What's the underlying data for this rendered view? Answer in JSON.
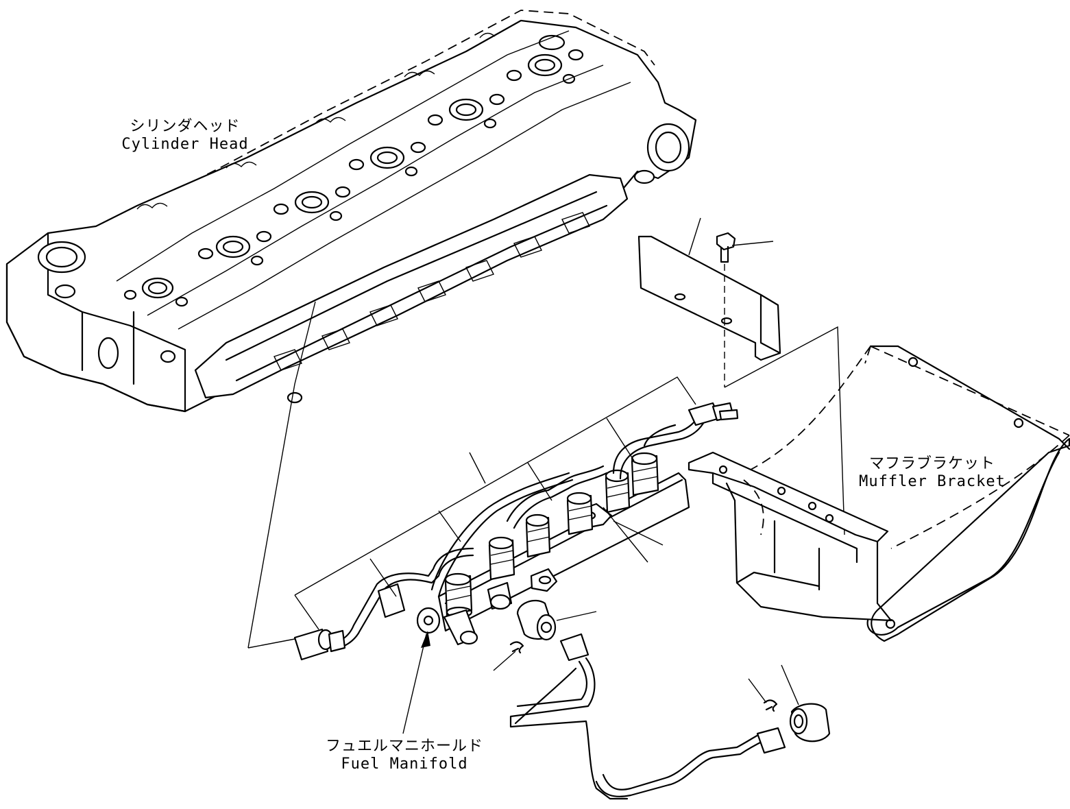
{
  "labels": {
    "cylinder_head": {
      "jp": "シリンダヘッド",
      "en": "Cylinder Head"
    },
    "muffler_bracket": {
      "jp": "マフラブラケット",
      "en": "Muffler Bracket"
    },
    "fuel_manifold": {
      "jp": "フュエルマニホールド",
      "en": "Fuel Manifold"
    }
  }
}
